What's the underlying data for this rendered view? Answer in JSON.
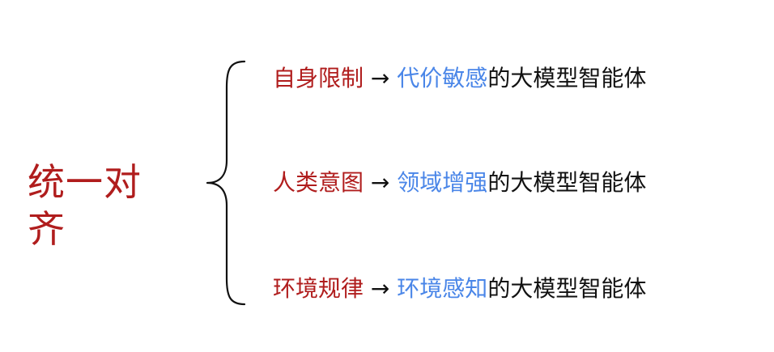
{
  "diagram": {
    "title": "统一对齐",
    "items": [
      {
        "source": "自身限制",
        "arrow": "→",
        "target": "代价敏感",
        "suffix": "的大模型智能体"
      },
      {
        "source": "人类意图",
        "arrow": "→",
        "target": "领域增强",
        "suffix": "的大模型智能体"
      },
      {
        "source": "环境规律",
        "arrow": "→",
        "target": "环境感知",
        "suffix": "的大模型智能体"
      }
    ]
  },
  "colors": {
    "title": "#b01d1d",
    "source": "#b01d1d",
    "target": "#4a86e8",
    "text": "#111111",
    "brace": "#111111"
  }
}
